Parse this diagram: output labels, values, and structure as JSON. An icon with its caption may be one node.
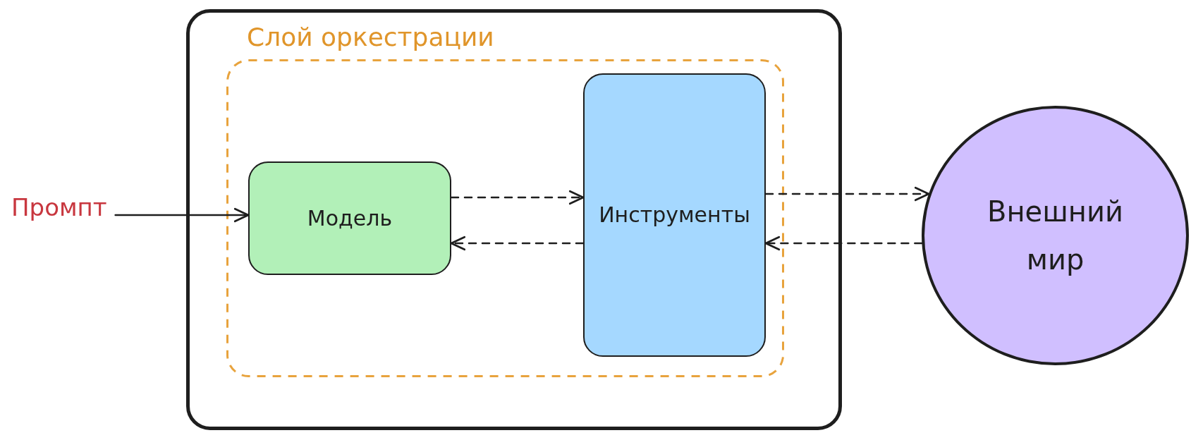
{
  "diagram": {
    "nodes": [
      {
        "text": [
          "Промпт"
        ]
      },
      {
        "text": [],
        "shape": "box"
      },
      {
        "text": [
          "Слой оркестрации"
        ],
        "in": 1
      },
      {
        "text": [
          "Модель"
        ],
        "in": 2
      },
      {
        "text": [
          "Инструменты"
        ],
        "in": 2
      },
      {
        "text": [
          "Внешний мир"
        ]
      }
    ],
    "edges": [
      {
        "from": 0,
        "to": 3,
        "arrow": "to"
      },
      {
        "from": 3,
        "to": 4,
        "arrow": "to",
        "style": "dashed"
      },
      {
        "from": 4,
        "to": 3,
        "arrow": "to",
        "style": "dashed"
      },
      {
        "from": 4,
        "to": 5,
        "arrow": "to",
        "style": "dashed"
      },
      {
        "from": 5,
        "to": 4,
        "arrow": "to",
        "style": "dashed"
      }
    ]
  }
}
